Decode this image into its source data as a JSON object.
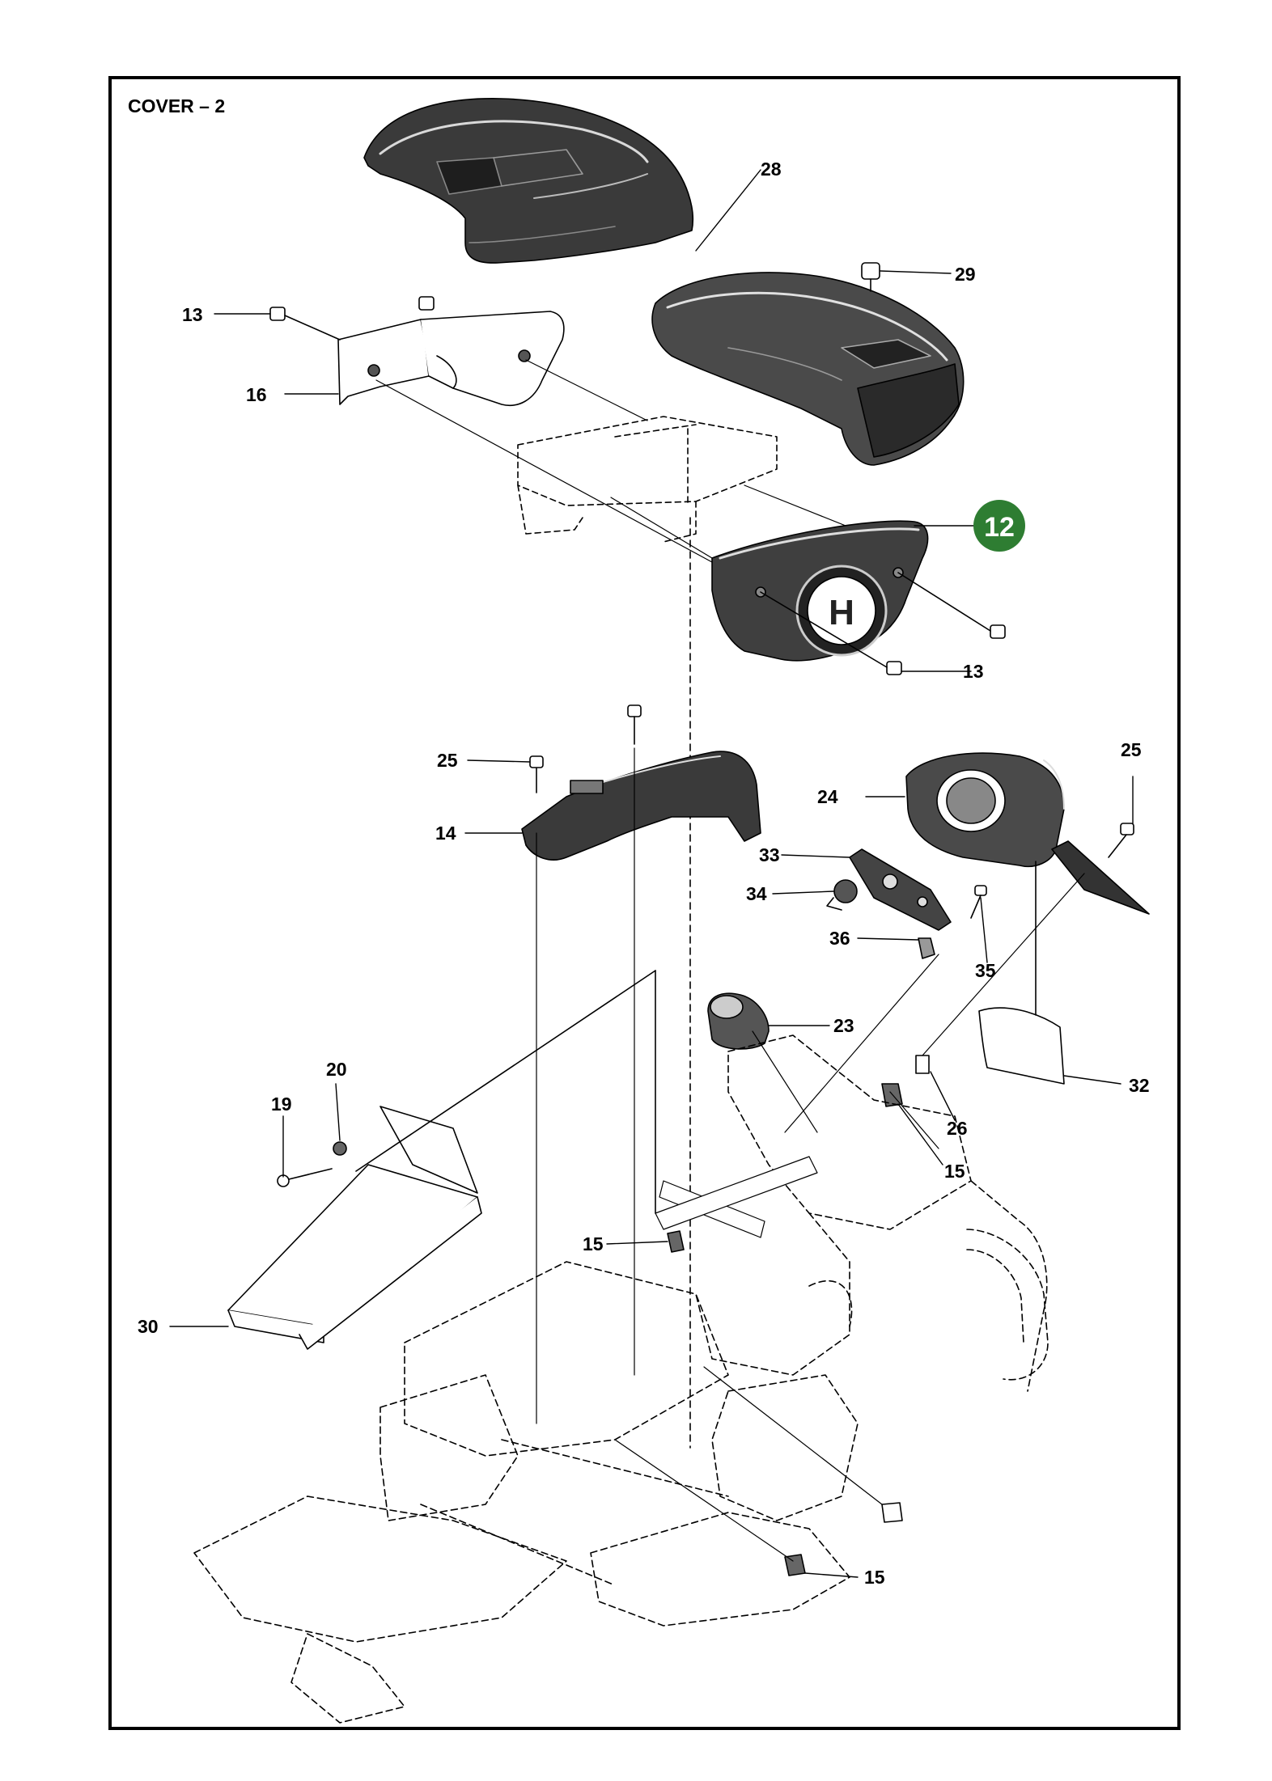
{
  "title": "COVER – 2",
  "highlight": {
    "label": "12",
    "color": "#2e7d32"
  },
  "callouts": [
    "28",
    "29",
    "13",
    "16",
    "13",
    "25",
    "25",
    "14",
    "24",
    "33",
    "34",
    "36",
    "35",
    "23",
    "20",
    "19",
    "32",
    "26",
    "15",
    "15",
    "30",
    "15"
  ],
  "brand_mark": "H"
}
